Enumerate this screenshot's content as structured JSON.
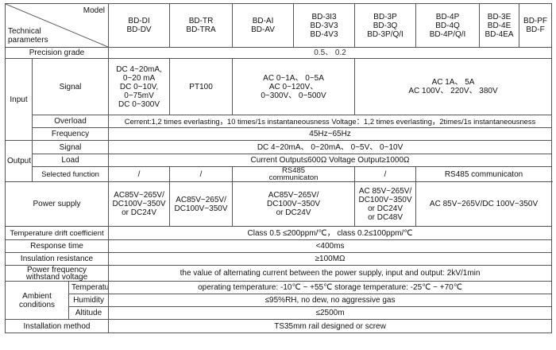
{
  "header": {
    "model_label": "Model",
    "tech_label": "Technical\nparameters",
    "models": [
      "BD-DI\nBD-DV",
      "BD-TR\nBD-TRA",
      "BD-AI\nBD-AV",
      "BD-3I3\nBD-3V3\nBD-4V3",
      "BD-3P\nBD-3Q\nBD-3P/Q/I",
      "BD-4P\nBD-4Q\nBD-4P/Q/I",
      "BD-3E\nBD-4E\nBD-4EA",
      "BD-PF\nBD-F"
    ]
  },
  "precision": {
    "label": "Precision grade",
    "value": "0.5、 0.2"
  },
  "input": {
    "label": "Input",
    "signal_label": "Signal",
    "signal": [
      "DC 4~20mA,\n0~20 mA\nDC 0~10V,\n0~75mV\nDC 0~300V",
      "PT100",
      "AC 0~1A、 0~5A\nAC 0~120V、\n0~300V、 0~500V",
      "AC 1A、 5A\nAC 100V、 220V、 380V"
    ],
    "overload_label": "Overload",
    "overload": "Cerrent:1,2 times everlasting，10 times/1s instantaneousness    Voltage：1,2 times everlasting，2times/1s instantaneousness",
    "frequency_label": "Frequency",
    "frequency": "45Hz~65Hz"
  },
  "output": {
    "label": "Output",
    "signal_label": "Signal",
    "signal": "DC 4~20mA、 0~20mA、 0~5V、 0~10V",
    "load_label": "Load",
    "load": "Current Output≤600Ω    Voltage Output≥1000Ω",
    "function_label": "Selected  function",
    "functions": [
      "/",
      "/",
      "RS485\ncommunicaton",
      "/",
      "RS485 communicaton"
    ]
  },
  "power": {
    "label": "Power supply",
    "values": [
      "AC85V~265V/\nDC100V~350V\nor DC24V",
      "AC85V~265V/\nDC100V~350V",
      "AC85V~265V/\nDC100V~350V\nor DC24V",
      "AC 85V~265V/\nDC100V~350V\nor DC24V\nor DC48V",
      "AC 85V~265V/DC 100V~350V"
    ]
  },
  "rows": {
    "drift_label": "Temperature drift coefficient",
    "drift": "Class 0.5 ≤200ppm/℃， class 0.2≤100ppm/℃",
    "response_label": "Response time",
    "response": "<400ms",
    "insulation_label": "Insulation resistance",
    "insulation": "≥100MΩ",
    "withstand_label": "Power frequency\nwithstand voltage",
    "withstand": "the  value of alternating current between the power supply, input and output: 2kV/1min"
  },
  "ambient": {
    "label": "Ambient\nconditions",
    "temperature_label": "Temperature",
    "temperature": "operating temperature: -10℃ ~ +55℃      storage temperature: -25℃ ~ +70℃",
    "humidity_label": "Humidity",
    "humidity": "≤95%RH, no dew, no aggressive gas",
    "altitude_label": "Altitude",
    "altitude": "≤2500m"
  },
  "installation": {
    "label": "Installation method",
    "value": "TS35mm rail designed or screw"
  }
}
